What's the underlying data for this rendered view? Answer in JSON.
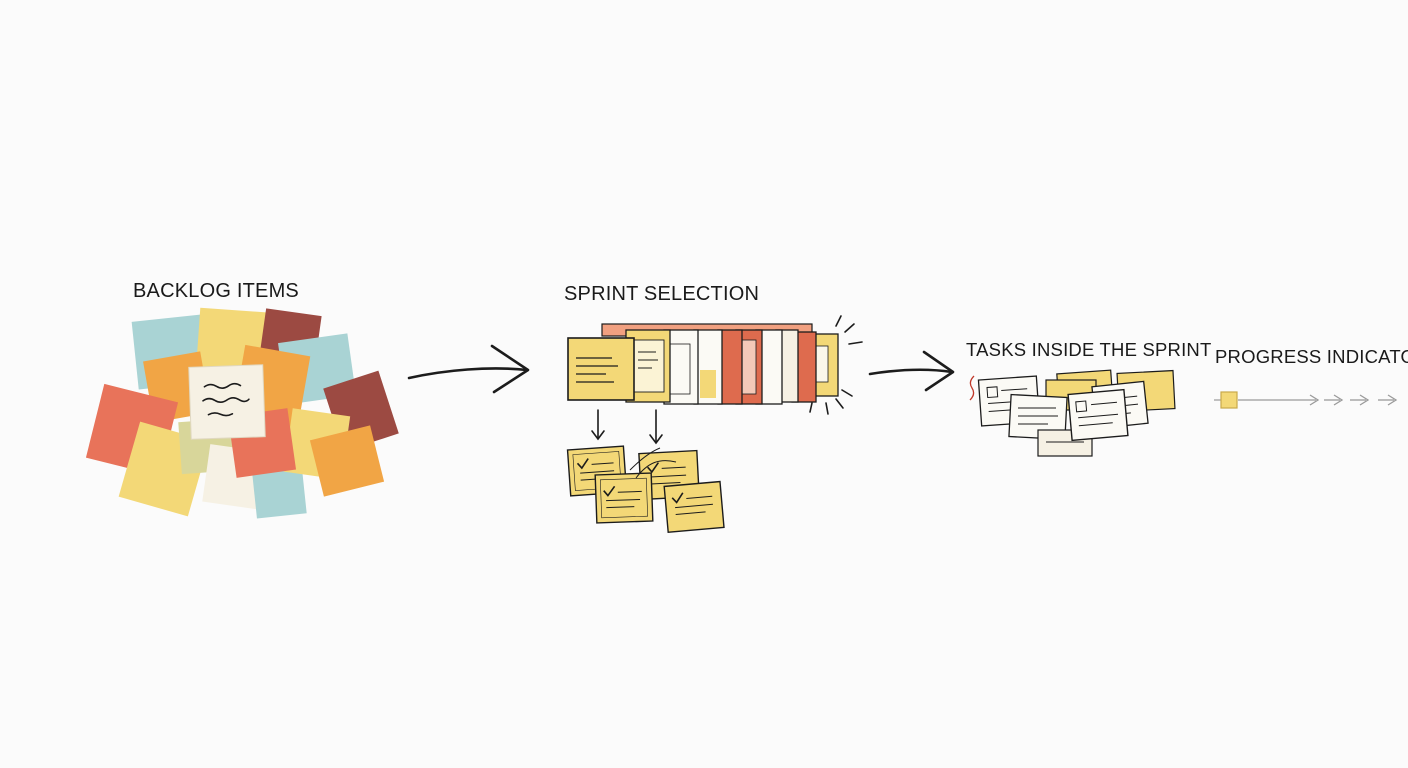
{
  "stages": [
    {
      "id": "backlog",
      "label": "BACKLOG ITEMS"
    },
    {
      "id": "sprint",
      "label": "SPRINT SELECTION"
    },
    {
      "id": "tasks",
      "label": "TASKS INSIDE THE SPRINT"
    },
    {
      "id": "progress",
      "label": "PROGRESS INDICATO"
    }
  ],
  "palette": {
    "teal": "#a9d3d4",
    "yellow": "#f3d877",
    "orange": "#f1a545",
    "coral": "#e8735a",
    "maroon": "#9c4a42",
    "cream": "#f6f1e4",
    "red": "#de6b4e",
    "light_yellow": "#f8e08a",
    "ink": "#1c1c1c",
    "arrow_gray": "#9a9a9a"
  },
  "icons": [
    "flow-arrow-icon",
    "sticky-note-icon",
    "checkmark-icon",
    "sparkle-icon"
  ]
}
